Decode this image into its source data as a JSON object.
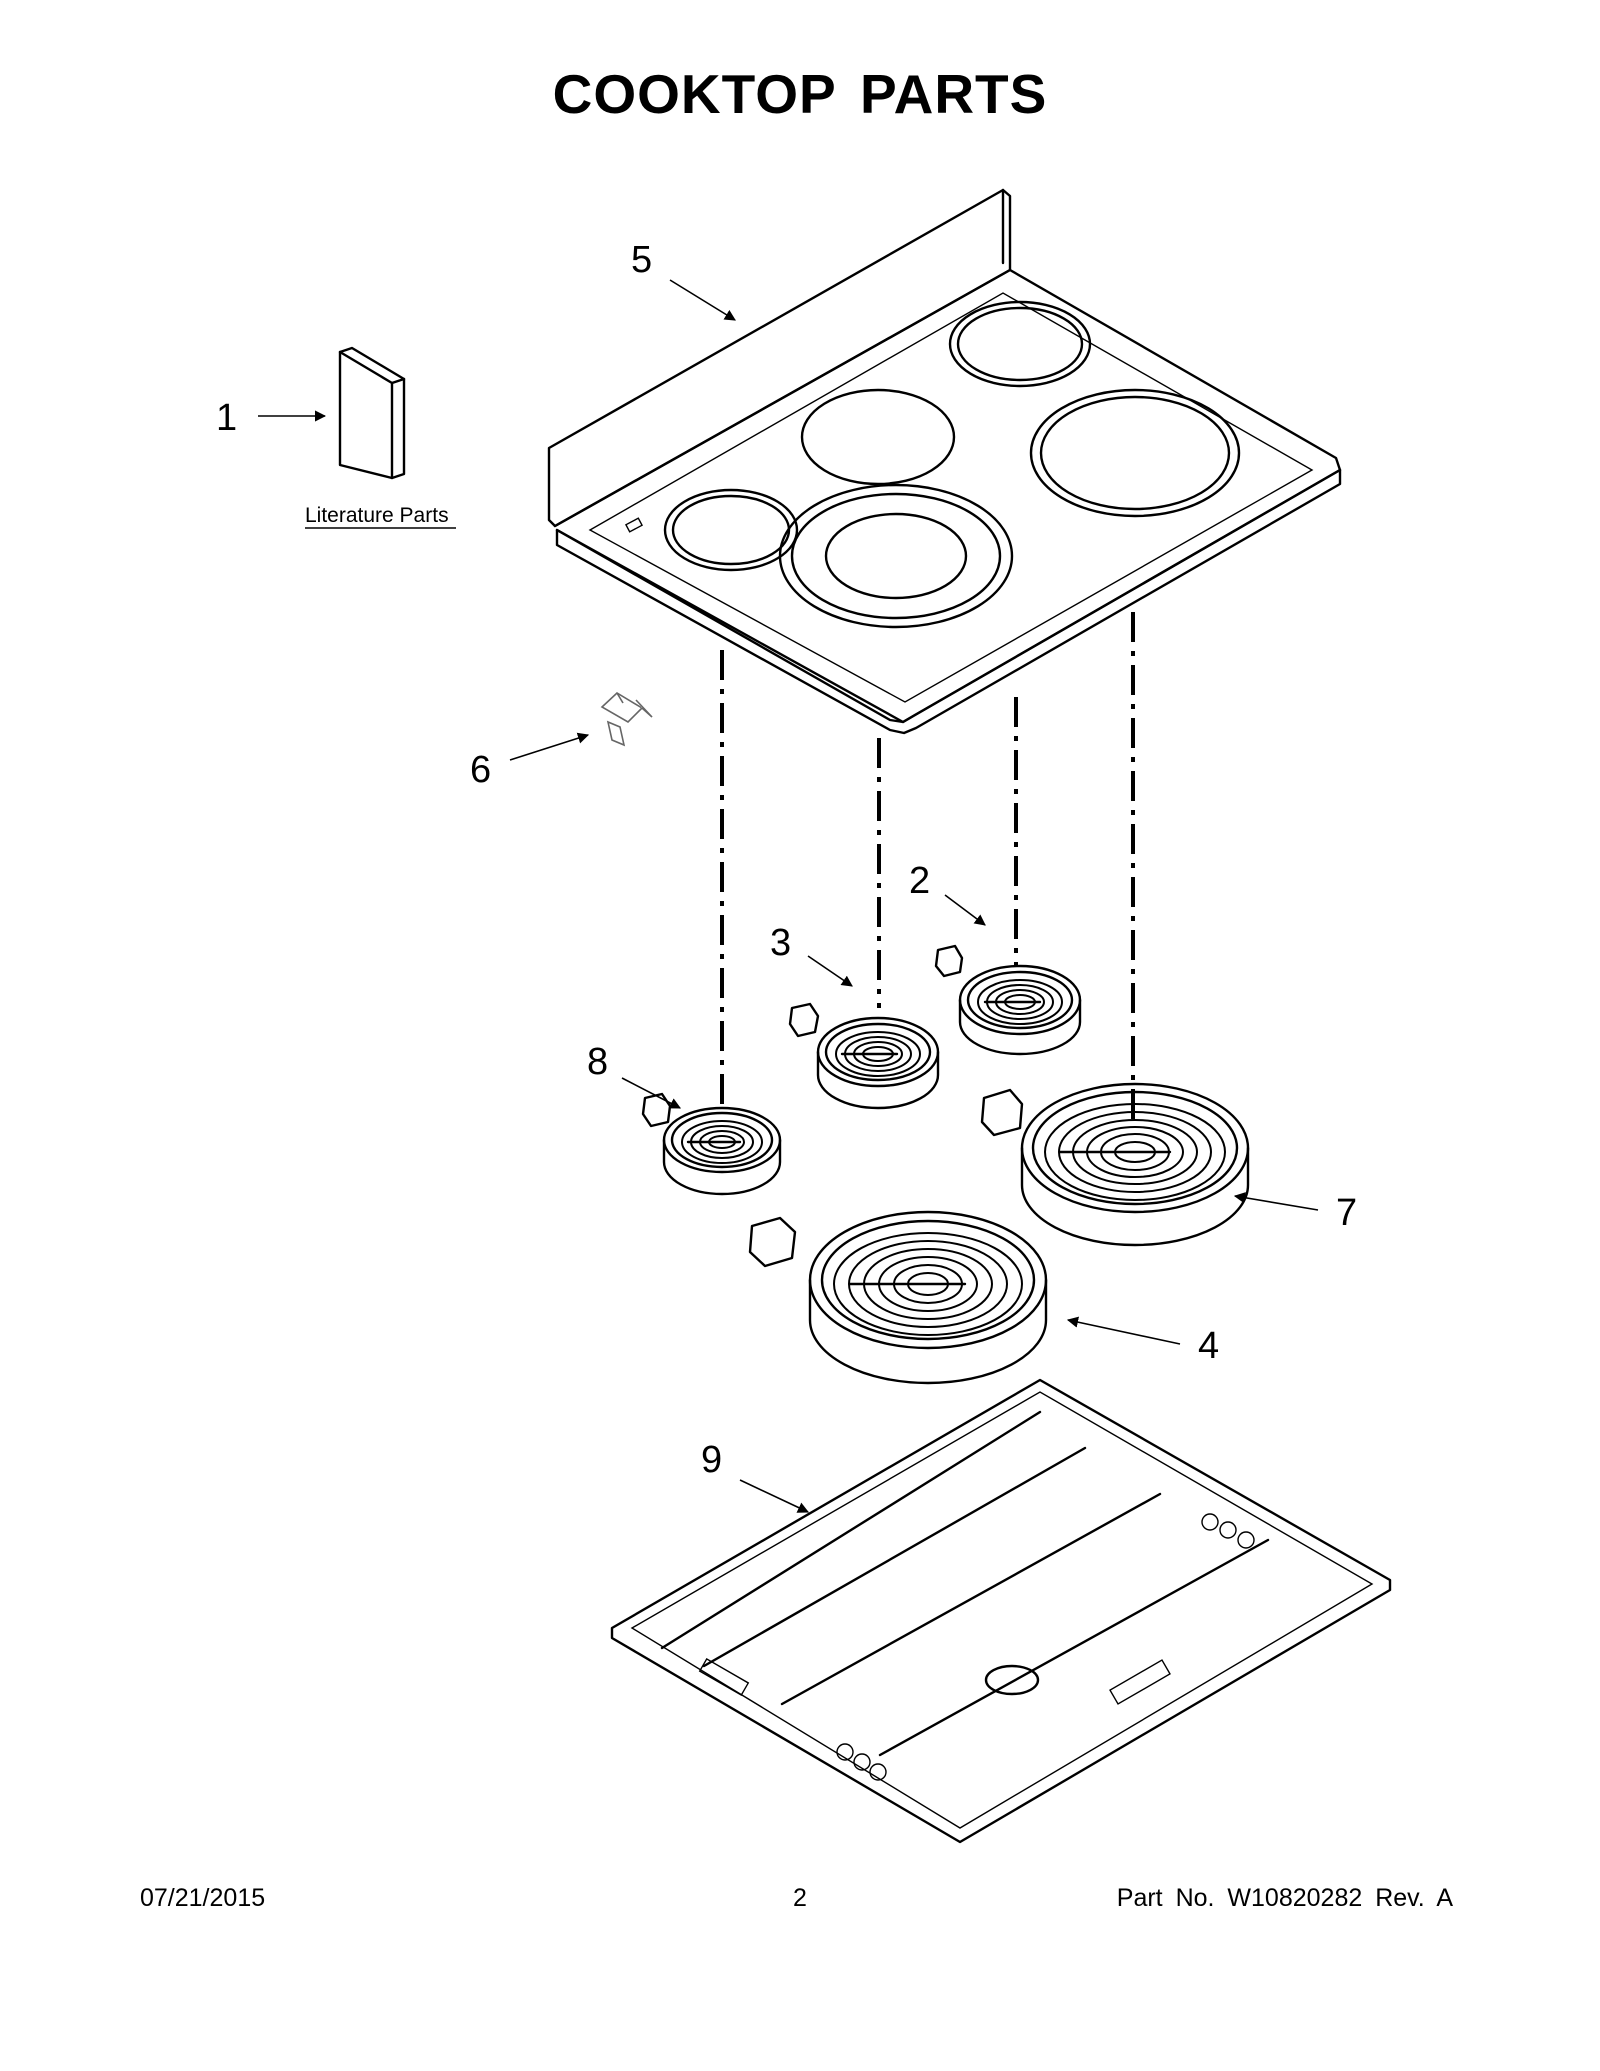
{
  "page": {
    "title": "COOKTOP  PARTS"
  },
  "callouts": [
    {
      "id": "1",
      "label": "1"
    },
    {
      "id": "2",
      "label": "2"
    },
    {
      "id": "3",
      "label": "3"
    },
    {
      "id": "4",
      "label": "4"
    },
    {
      "id": "5",
      "label": "5"
    },
    {
      "id": "6",
      "label": "6"
    },
    {
      "id": "7",
      "label": "7"
    },
    {
      "id": "8",
      "label": "8"
    },
    {
      "id": "9",
      "label": "9"
    }
  ],
  "literature": {
    "label": "Literature Parts"
  },
  "footer": {
    "date": "07/21/2015",
    "page_number": "2",
    "part_info": "Part No.  W10820282  Rev.  A"
  }
}
